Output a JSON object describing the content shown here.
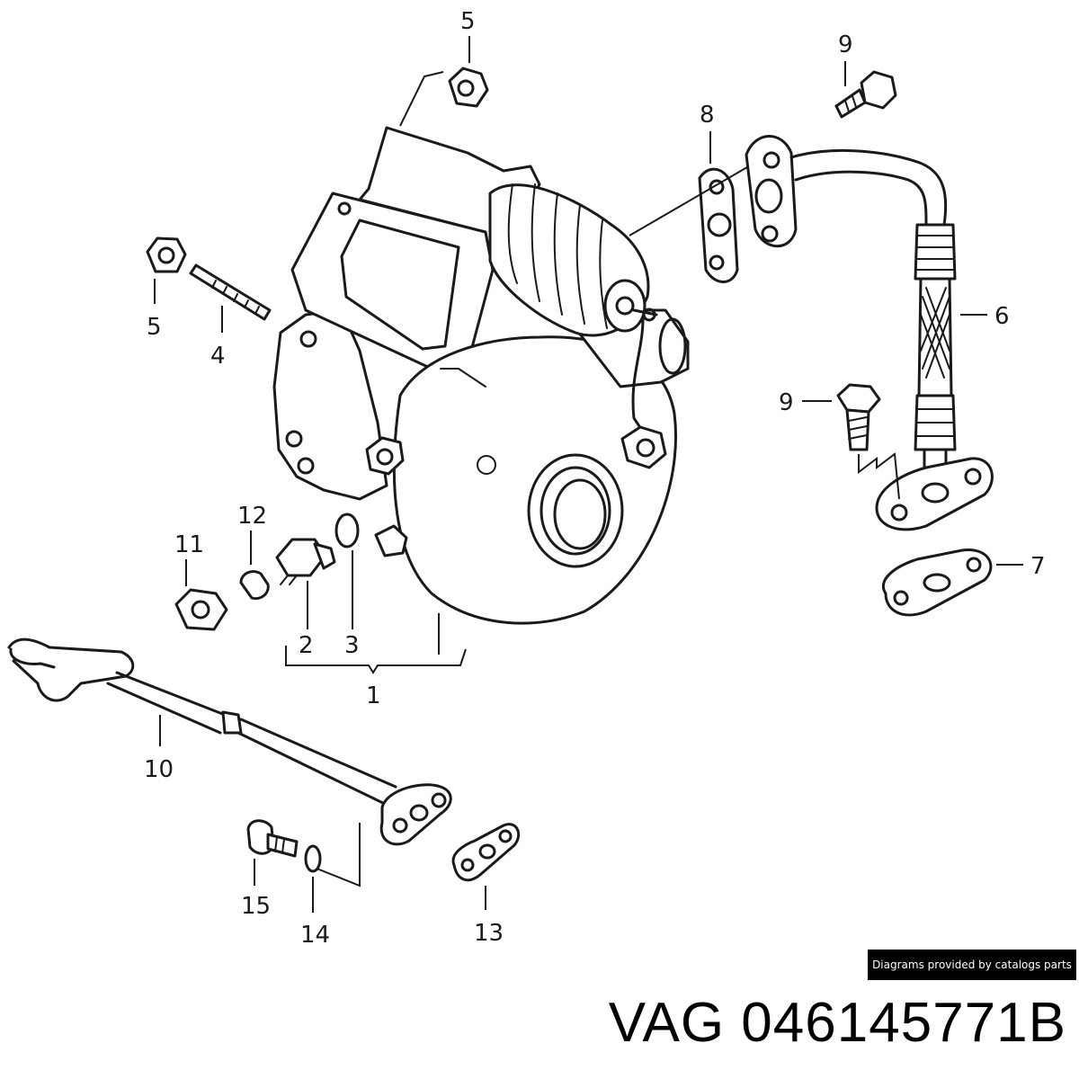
{
  "diagram": {
    "callouts": [
      {
        "id": "c1",
        "text": "1"
      },
      {
        "id": "c2",
        "text": "2"
      },
      {
        "id": "c3",
        "text": "3"
      },
      {
        "id": "c4",
        "text": "4"
      },
      {
        "id": "c5a",
        "text": "5"
      },
      {
        "id": "c5b",
        "text": "5"
      },
      {
        "id": "c6",
        "text": "6"
      },
      {
        "id": "c7",
        "text": "7"
      },
      {
        "id": "c8",
        "text": "8"
      },
      {
        "id": "c9a",
        "text": "9"
      },
      {
        "id": "c9b",
        "text": "9"
      },
      {
        "id": "c10",
        "text": "10"
      },
      {
        "id": "c11",
        "text": "11"
      },
      {
        "id": "c12",
        "text": "12"
      },
      {
        "id": "c13",
        "text": "13"
      },
      {
        "id": "c14",
        "text": "14"
      },
      {
        "id": "c15",
        "text": "15"
      }
    ]
  },
  "credit": "Diagrams provided by catalogs parts",
  "part_title": "VAG 046145771B"
}
